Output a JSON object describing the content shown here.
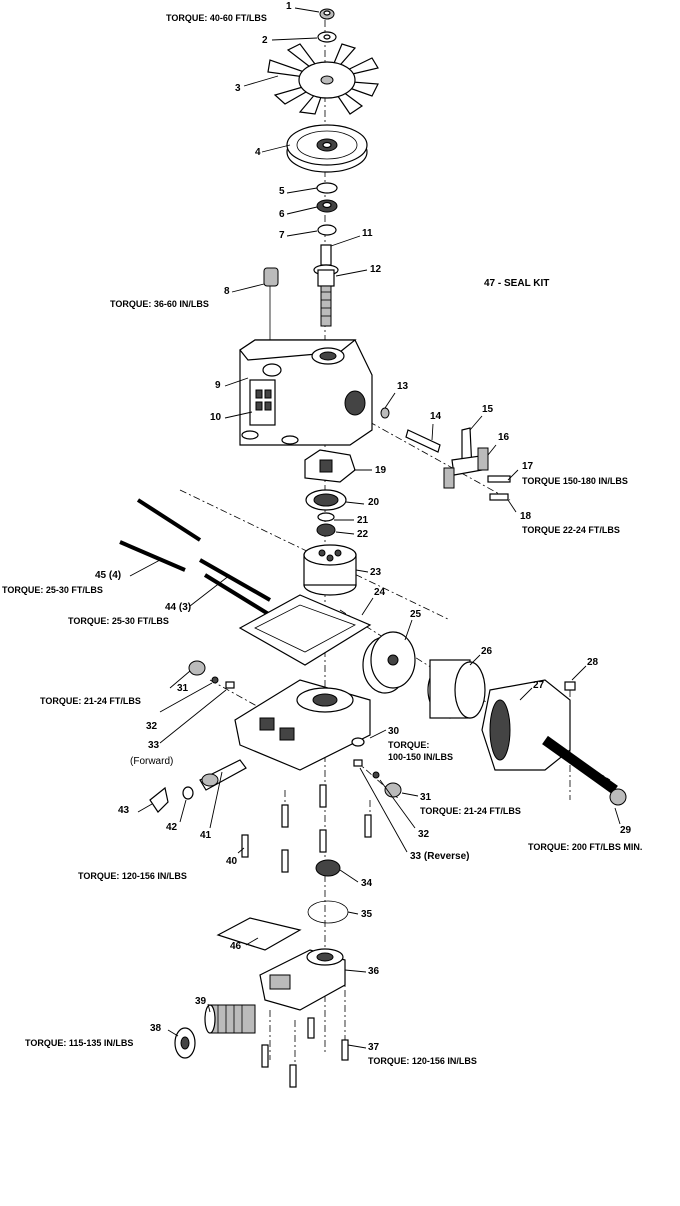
{
  "labels": {
    "p1": "1",
    "p2": "2",
    "p3": "3",
    "p4": "4",
    "p5": "5",
    "p6": "6",
    "p7": "7",
    "p8": "8",
    "p9": "9",
    "p10": "10",
    "p11": "11",
    "p12": "12",
    "p13": "13",
    "p14": "14",
    "p15": "15",
    "p16": "16",
    "p17": "17",
    "p18": "18",
    "p19": "19",
    "p20": "20",
    "p21": "21",
    "p22": "22",
    "p23": "23",
    "p24": "24",
    "p25": "25",
    "p26": "26",
    "p27": "27",
    "p28": "28",
    "p29": "29",
    "p30": "30",
    "p31a": "31",
    "p31b": "31",
    "p32a": "32",
    "p32b": "32",
    "p33a": "33",
    "p33a_sub": "(Forward)",
    "p33b": "33 (Reverse)",
    "p34": "34",
    "p35": "35",
    "p36": "36",
    "p37": "37",
    "p38": "38",
    "p39": "39",
    "p40": "40",
    "p41": "41",
    "p42": "42",
    "p43": "43",
    "p44": "44 (3)",
    "p45": "45 (4)",
    "p46": "46",
    "seal_kit": "47 - SEAL KIT"
  },
  "torque": {
    "t1": "TORQUE: 40-60 FT/LBS",
    "t8": "TORQUE: 36-60 IN/LBS",
    "t17": "TORQUE 150-180 IN/LBS",
    "t18": "TORQUE 22-24 FT/LBS",
    "t45": "TORQUE: 25-30 FT/LBS",
    "t44": "TORQUE: 25-30 FT/LBS",
    "t31a": "TORQUE: 21-24 FT/LBS",
    "t30_l1": "TORQUE:",
    "t30_l2": "100-150 IN/LBS",
    "t31b": "TORQUE: 21-24 FT/LBS",
    "t29": "TORQUE: 200 FT/LBS MIN.",
    "t40": "TORQUE: 120-156 IN/LBS",
    "t38": "TORQUE: 115-135 IN/LBS",
    "t37": "TORQUE: 120-156 IN/LBS"
  }
}
